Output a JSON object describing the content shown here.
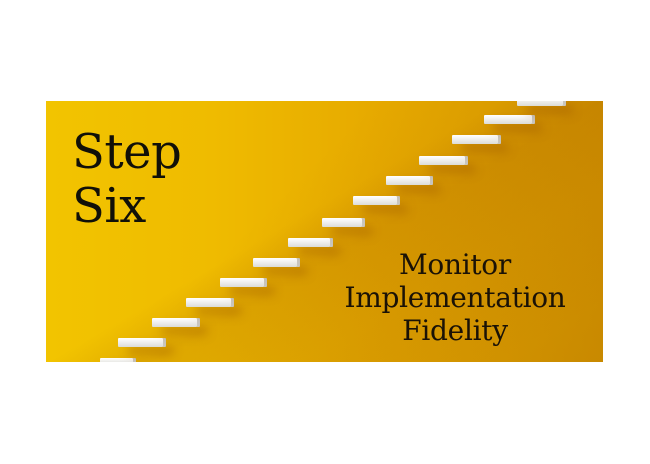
{
  "banner": {
    "title_lines": [
      "Step",
      "Six"
    ],
    "subtitle_lines": [
      "Monitor",
      "Implementation",
      "Fidelity"
    ],
    "colors": {
      "page_background": "#ffffff",
      "panel_left": "#f2c400",
      "panel_right": "#da9a00",
      "text": "#111008",
      "step": "#f4f4f2"
    },
    "illustration": "floating-white-staircase-icon"
  }
}
